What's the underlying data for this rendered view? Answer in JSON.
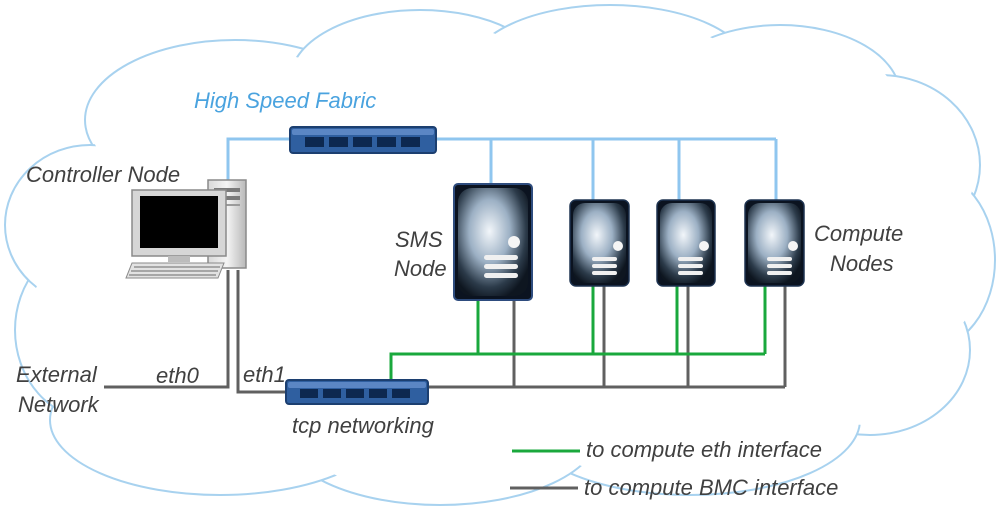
{
  "labels": {
    "fabric": "High Speed Fabric",
    "controller": "Controller Node",
    "sms_line1": "SMS",
    "sms_line2": "Node",
    "compute_line1": "Compute",
    "compute_line2": "Nodes",
    "external_line1": "External",
    "external_line2": "Network",
    "eth0": "eth0",
    "eth1": "eth1",
    "tcp": "tcp networking"
  },
  "legend": {
    "green": "to compute eth interface",
    "gray": "to compute BMC interface"
  },
  "colors": {
    "cloud_fill": "#ffffff",
    "cloud_stroke": "#a8d2ef",
    "fabric_line": "#8fc6ef",
    "eth_line": "#1aa83c",
    "bmc_line": "#606060",
    "switch": "#2f5fa0",
    "fabric_text": "#4aa3df"
  }
}
